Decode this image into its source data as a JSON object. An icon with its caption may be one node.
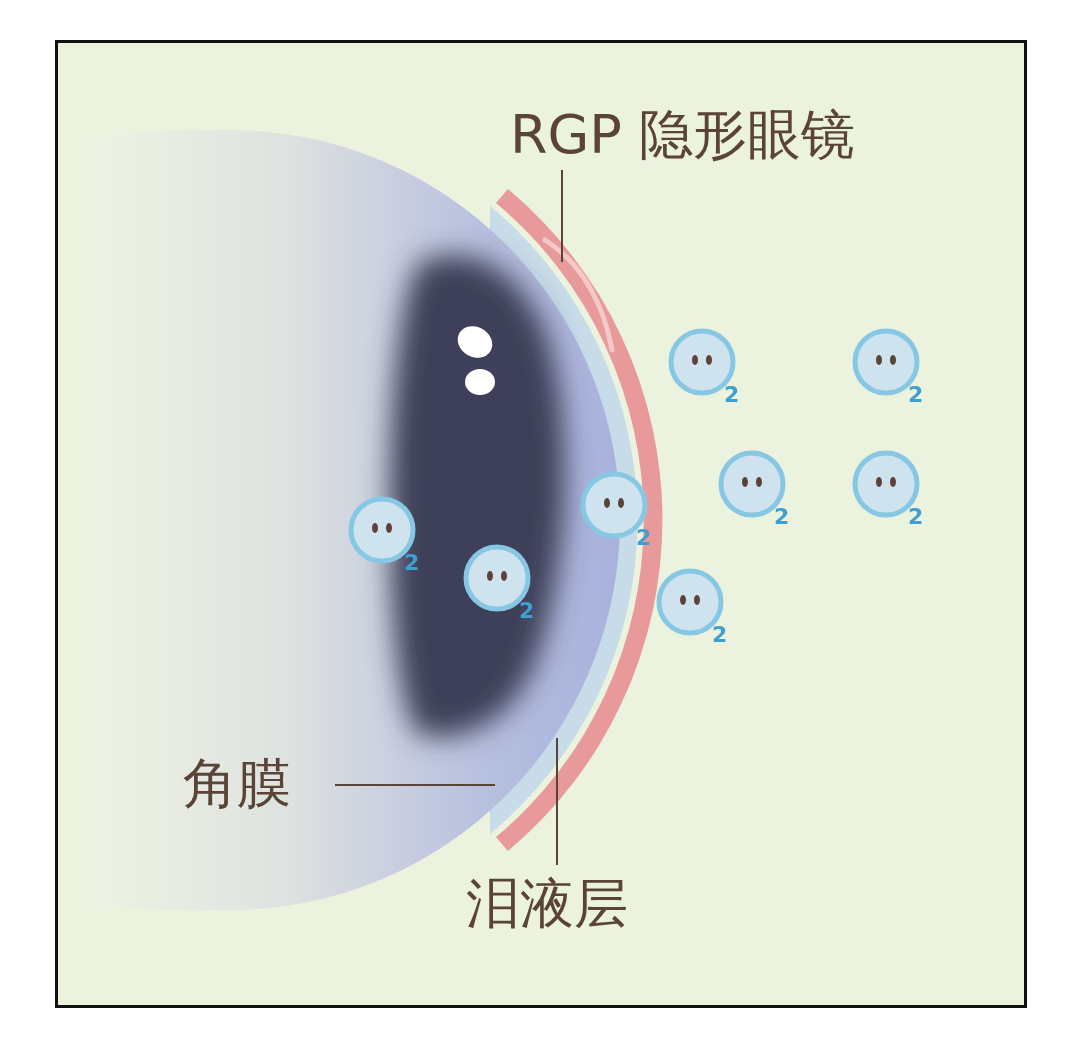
{
  "diagram": {
    "nodes": [
      {
        "text": [
          "RGP 隐形眼镜"
        ]
      },
      {
        "text": [
          "角膜"
        ]
      },
      {
        "text": [
          "泪液层"
        ]
      }
    ],
    "edges": [
      {
        "from": 0,
        "to": null,
        "arrow": "none"
      },
      {
        "from": 1,
        "to": null,
        "arrow": "none"
      },
      {
        "from": 2,
        "to": null,
        "arrow": "none"
      }
    ],
    "labels": [
      "2",
      "2",
      "2",
      "2",
      "2",
      "2",
      "2",
      "2"
    ]
  }
}
